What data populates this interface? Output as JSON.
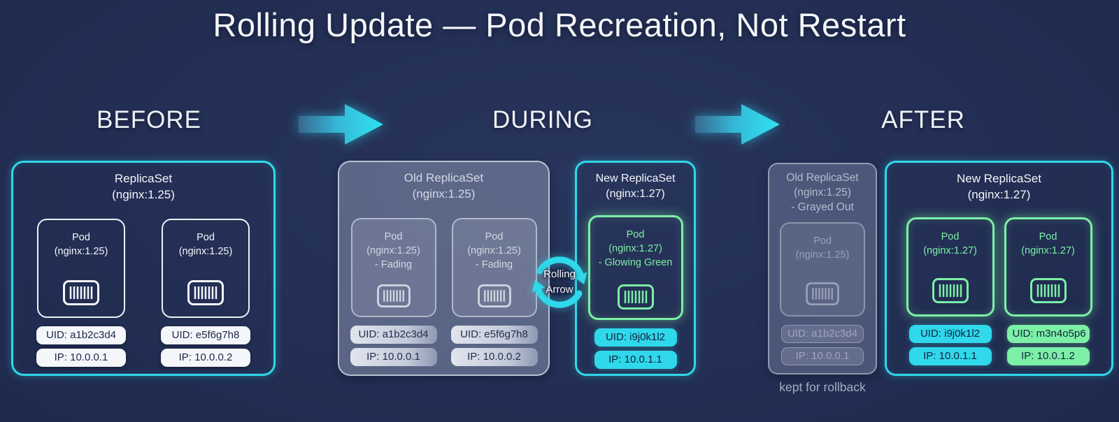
{
  "title": "Rolling Update — Pod Recreation, Not Restart",
  "labels": {
    "before": "BEFORE",
    "during": "DURING",
    "after": "AFTER"
  },
  "colors": {
    "background": "#1f2a4e",
    "accent_cyan": "#2fd8ea",
    "accent_green": "#7cf0a6",
    "text_white": "#f4f6fa",
    "faded_gray": "#d3d8e4"
  },
  "icon_names": {
    "flow_arrow": "arrow-right-icon",
    "rolling": "rolling-arrow-icon",
    "container": "container-icon"
  },
  "before": {
    "box_title": "ReplicaSet",
    "box_subtitle": "(nginx:1.25)",
    "pods": [
      {
        "title": "Pod",
        "subtitle": "(nginx:1.25)",
        "uid": "UID: a1b2c3d4",
        "ip": "IP: 10.0.0.1"
      },
      {
        "title": "Pod",
        "subtitle": "(nginx:1.25)",
        "uid": "UID: e5f6g7h8",
        "ip": "IP: 10.0.0.2"
      }
    ]
  },
  "during": {
    "old": {
      "box_title": "Old ReplicaSet",
      "box_subtitle": "(nginx:1.25)",
      "pods": [
        {
          "title": "Pod",
          "subtitle": "(nginx:1.25)",
          "note": "- Fading",
          "uid": "UID: a1b2c3d4",
          "ip": "IP: 10.0.0.1"
        },
        {
          "title": "Pod",
          "subtitle": "(nginx:1.25)",
          "note": "- Fading",
          "uid": "UID: e5f6g7h8",
          "ip": "IP: 10.0.0.2"
        }
      ]
    },
    "rolling_arrow": {
      "line1": "Rolling",
      "line2": "Arrow"
    },
    "new": {
      "box_title": "New ReplicaSet",
      "box_subtitle": "(nginx:1.27)",
      "pods": [
        {
          "title": "Pod",
          "subtitle": "(nginx:1.27)",
          "note": "- Glowing Green",
          "uid": "UID: i9j0k1l2",
          "ip": "IP: 10.0.1.1"
        }
      ]
    }
  },
  "after": {
    "old": {
      "box_title": "Old ReplicaSet",
      "box_subtitle": "(nginx:1.25)",
      "box_note": "- Grayed Out",
      "pods": [
        {
          "title": "Pod",
          "subtitle": "(nginx:1.25)",
          "uid": "UID: a1b2c3d4",
          "ip": "IP: 10.0.0.1"
        }
      ],
      "caption": "kept for rollback"
    },
    "new": {
      "box_title": "New ReplicaSet",
      "box_subtitle": "(nginx:1.27)",
      "pods": [
        {
          "title": "Pod",
          "subtitle": "(nginx:1.27)",
          "uid": "UID: i9j0k1l2",
          "ip": "IP: 10.0.1.1",
          "badge_color": "cyan"
        },
        {
          "title": "Pod",
          "subtitle": "(nginx:1.27)",
          "uid": "UID: m3n4o5p6",
          "ip": "IP: 10.0.1.2",
          "badge_color": "green"
        }
      ]
    }
  }
}
